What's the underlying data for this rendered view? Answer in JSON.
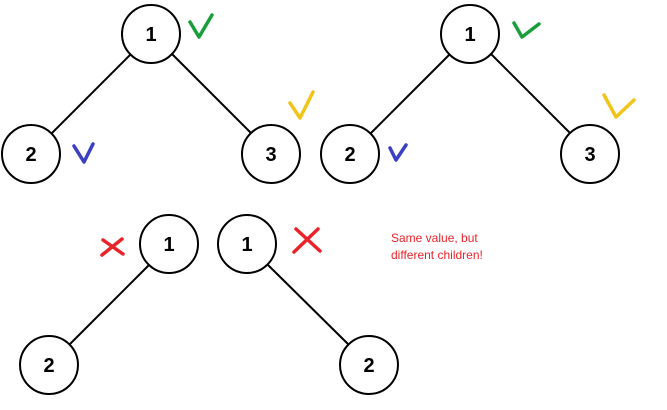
{
  "trees": [
    {
      "nodes": [
        "1",
        "2",
        "3"
      ],
      "marks": [
        "check",
        "check",
        "check"
      ]
    },
    {
      "nodes": [
        "1",
        "2",
        "3"
      ],
      "marks": [
        "check",
        "check",
        "check"
      ]
    },
    {
      "nodes": [
        "1",
        "2"
      ],
      "marks": [
        "cross"
      ]
    },
    {
      "nodes": [
        "1",
        "2"
      ],
      "marks": [
        "cross"
      ]
    }
  ],
  "note": {
    "line1": "Same value, but",
    "line2": "different children!"
  },
  "colors": {
    "root_check": "#1a9e3a",
    "left_check": "#3a3fc4",
    "right_check": "#f0c419",
    "cross": "#e8242a",
    "note": "#e8242a"
  }
}
